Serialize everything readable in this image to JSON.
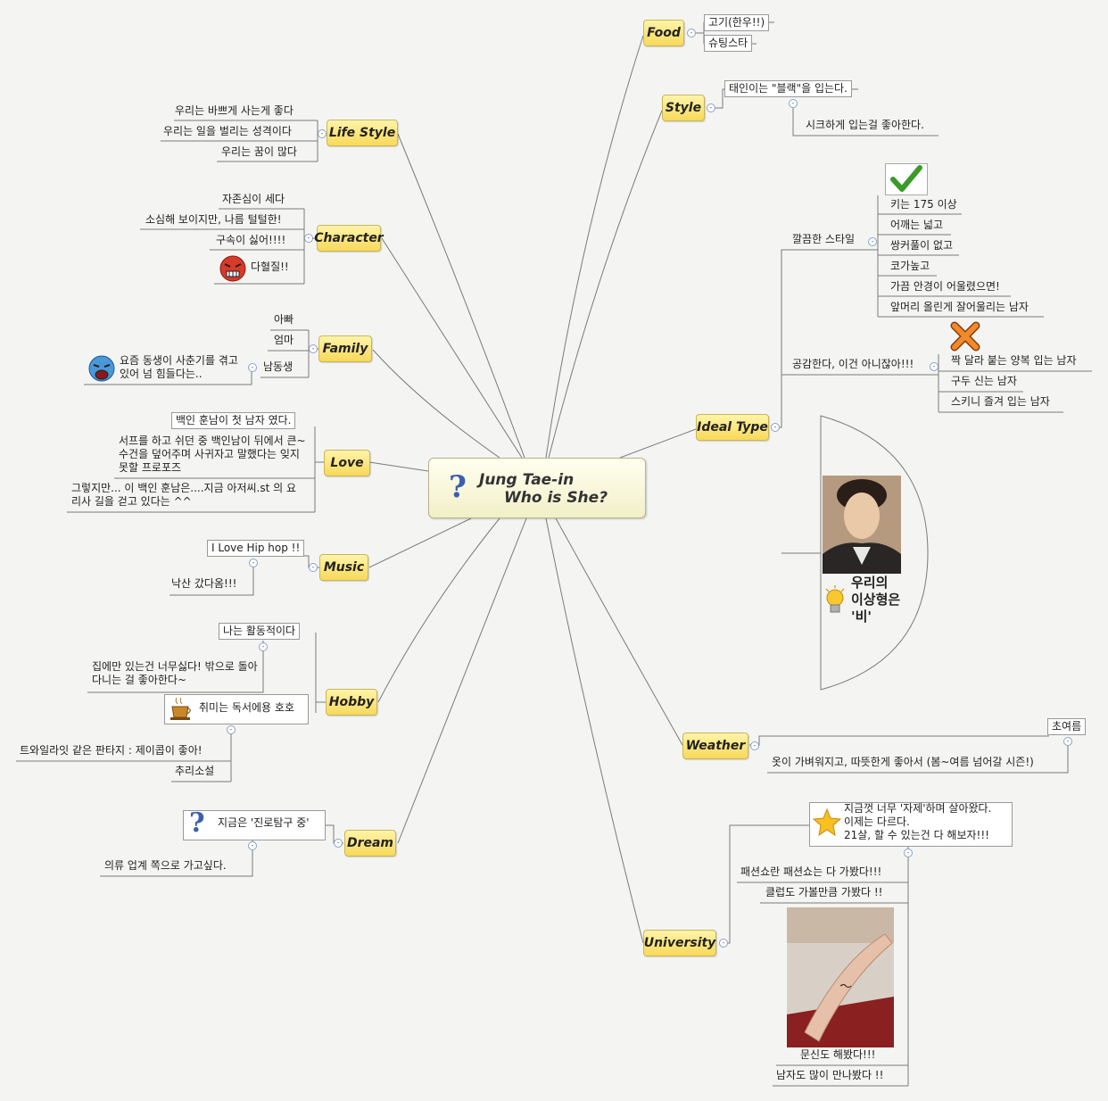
{
  "central": {
    "line1": "Jung Tae-in",
    "line2": "Who is She?"
  },
  "food": {
    "label": "Food",
    "items": [
      "고기(한우!!)",
      "슈팅스타"
    ]
  },
  "style": {
    "label": "Style",
    "items": [
      "태인이는 \"블랙\"을 입는다.",
      "시크하게 입는걸 좋아한다."
    ]
  },
  "ideal": {
    "label": "Ideal Type",
    "clean": "깔끔한 스타일",
    "clean_items": [
      "키는 175 이상",
      "어깨는 넓고",
      "쌍커풀이 없고",
      "코가높고",
      "가끔 안경이 어울렸으면!",
      "앞머리 올린게 잘어울리는 남자"
    ],
    "dislike": "공감한다, 이건 아니잖아!!!",
    "dislike_items": [
      "짝 달라 붙는 양복 입는 남자",
      "구두 신는 남자",
      "스키니 즐겨 입는 남자"
    ],
    "callout": [
      "우리의",
      "이상형은",
      "'비'"
    ]
  },
  "lifestyle": {
    "label": "Life Style",
    "items": [
      "우리는 바쁘게 사는게 좋다",
      "우리는 일을 벌리는 성격이다",
      "우리는 꿈이 많다"
    ]
  },
  "character": {
    "label": "Character",
    "items": [
      "자존심이 세다",
      "소심해 보이지만, 나름 털털한!",
      "구속이 싫어!!!!",
      "다혈질!!"
    ]
  },
  "family": {
    "label": "Family",
    "items": [
      "아빠",
      "엄마",
      "남동생"
    ],
    "note": "요즘 동생이 사춘기를 겪고 있어 넘 힘들다는.."
  },
  "love": {
    "label": "Love",
    "items": [
      "백인 훈남이 첫 남자 였다.",
      "서프를 하고 쉬던 중 백인남이 뒤에서 큰~ 수건을 덮어주며 사귀자고 말했다는 잊지못할 프로포즈",
      "그렇지만... 이 백인 훈남은....지금 아저씨.st 의 요리사 길을 걷고 있다는 ^^"
    ]
  },
  "music": {
    "label": "Music",
    "items": [
      "I Love Hip hop !!",
      "낙산 갔다옴!!!"
    ]
  },
  "hobby": {
    "label": "Hobby",
    "items": [
      "나는 활동적이다",
      "집에만 있는건 너무싫다! 밖으로 돌아다니는 걸 좋아한다~",
      "취미는 독서에용 호호",
      "트와일라잇 같은 판타지 : 제이콥이 좋아!",
      "추리소설"
    ]
  },
  "dream": {
    "label": "Dream",
    "items": [
      "지금은 '진로탐구 중'",
      "의류 업계 쪽으로 가고싶다."
    ]
  },
  "weather": {
    "label": "Weather",
    "items": [
      "초여름",
      "옷이 가벼워지고, 따뜻한게 좋아서 (봄~여름 넘어갈 시즌!)"
    ]
  },
  "university": {
    "label": "University",
    "star_lines": [
      "지금껏 너무 '자제'하며 살아왔다.",
      "이제는 다르다.",
      "21살, 할 수 있는건 다 해보자!!!"
    ],
    "items": [
      "패션쇼란 패션쇼는 다 가봤다!!!",
      "클럽도 가볼만큼 가봤다 !!",
      "문신도 해봤다!!!",
      "남자도 많이 만나봤다 !!"
    ]
  },
  "icons": [
    "question-mark-icon",
    "checkmark-icon",
    "cross-icon",
    "angry-face-icon",
    "crying-face-icon",
    "coffee-cup-icon",
    "lightbulb-icon",
    "star-icon"
  ],
  "colors": {
    "topic_fill": "#f7d95a",
    "topic_border": "#c9b65b",
    "line": "#777777",
    "background": "#f4f5f2"
  }
}
